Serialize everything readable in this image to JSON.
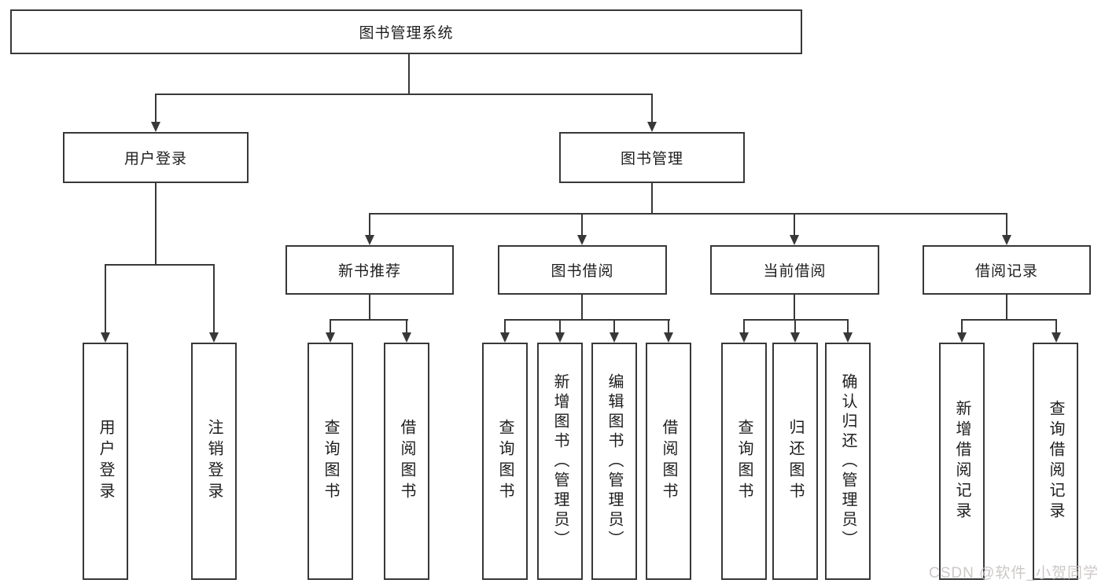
{
  "diagram": {
    "title": "图书管理系统",
    "branches": {
      "user_login": {
        "label": "用户登录",
        "children": [
          {
            "label": "用户登录"
          },
          {
            "label": "注销登录"
          }
        ]
      },
      "book_mgmt": {
        "label": "图书管理",
        "modules": [
          {
            "label": "新书推荐",
            "children": [
              {
                "label": "查询图书"
              },
              {
                "label": "借阅图书"
              }
            ]
          },
          {
            "label": "图书借阅",
            "children": [
              {
                "label": "查询图书"
              },
              {
                "label": "新增图书（管理员）"
              },
              {
                "label": "编辑图书（管理员）"
              },
              {
                "label": "借阅图书"
              }
            ]
          },
          {
            "label": "当前借阅",
            "children": [
              {
                "label": "查询图书"
              },
              {
                "label": "归还图书"
              },
              {
                "label": "确认归还（管理员）"
              }
            ]
          },
          {
            "label": "借阅记录",
            "children": [
              {
                "label": "新增借阅记录"
              },
              {
                "label": "查询借阅记录"
              }
            ]
          }
        ]
      }
    }
  },
  "watermark": {
    "text": "CSDN @软件_小贺同学"
  },
  "colors": {
    "line": "#383838",
    "text": "#1e1e1e",
    "bg": "#ffffff",
    "watermark": "#c9c2c2"
  }
}
